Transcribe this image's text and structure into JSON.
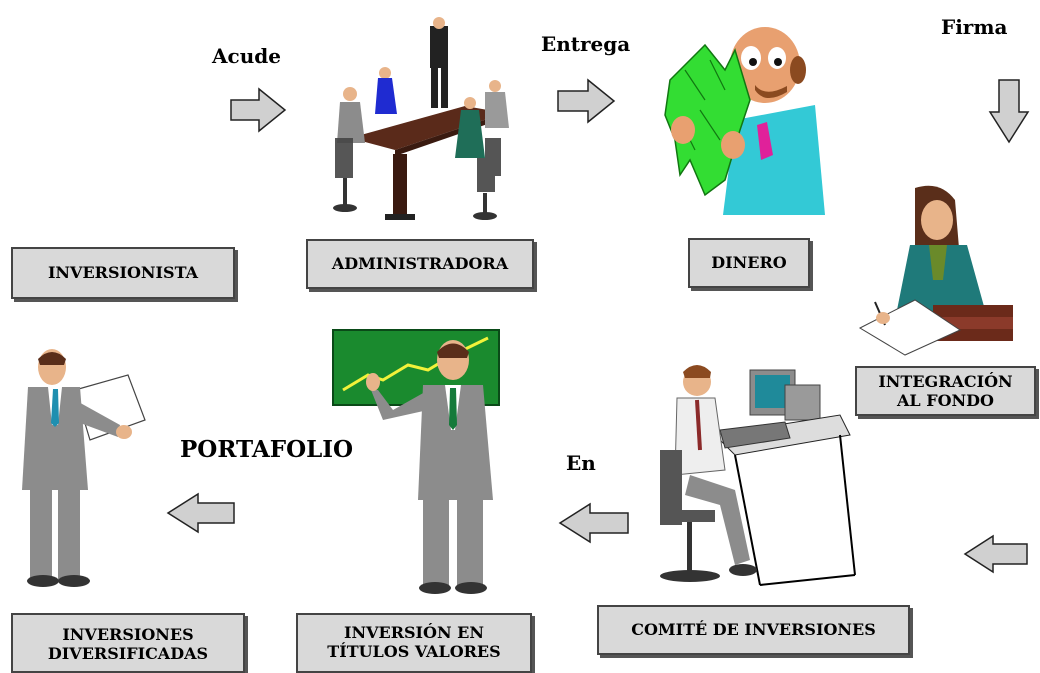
{
  "labels": {
    "acude": "Acude",
    "entrega": "Entrega",
    "firma": "Firma",
    "portafolio": "PORTAFOLIO",
    "en": "En"
  },
  "boxes": {
    "inversionista": "INVERSIONISTA",
    "administradora": "ADMINISTRADORA",
    "dinero": "DINERO",
    "integracion_line1": "INTEGRACIÓN",
    "integracion_line2": "AL FONDO",
    "comite": "COMITÉ DE INVERSIONES",
    "inversion_line1": "INVERSIÓN EN",
    "inversion_line2": "TÍTULOS VALORES",
    "diversificadas_line1": "INVERSIONES",
    "diversificadas_line2": "DIVERSIFICADAS"
  },
  "colors": {
    "box_fill": "#d9d9d9",
    "arrow_fill": "#d0d0d0",
    "suit_gray": "#8c8c8c",
    "money_green": "#33dd33",
    "board_green": "#1a8a2e",
    "shirt_cyan": "#33c9d6",
    "table_brown": "#5a2a1a"
  }
}
